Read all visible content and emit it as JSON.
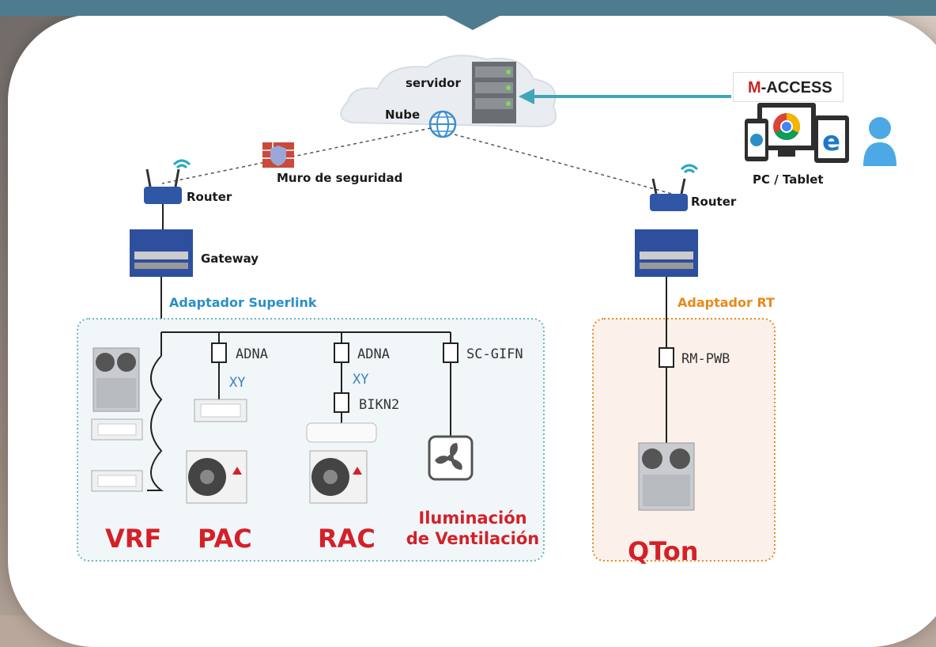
{
  "labels": {
    "servidor": "servidor",
    "nube": "Nube",
    "muro": "Muro de seguridad",
    "router_left": "Router",
    "router_right": "Router",
    "gateway": "Gateway",
    "pc_tablet": "PC / Tablet",
    "adaptador_superlink": "Adaptador Superlink",
    "adaptador_rt": "Adaptador RT",
    "adna_1": "ADNA",
    "xy_1": "XY",
    "adna_2": "ADNA",
    "xy_2": "XY",
    "bikn2": "BIKN2",
    "sc_gifn": "SC-GIFN",
    "rm_pwb": "RM-PWB"
  },
  "maccess": {
    "m": "M",
    "rest": "-ACCESS"
  },
  "categories": {
    "vrf": "VRF",
    "pac": "PAC",
    "rac": "RAC",
    "ilum_1": "Iluminación",
    "ilum_2": "de Ventilación",
    "qton": "QTon"
  },
  "colors": {
    "topbar": "#4f7b8f",
    "blue_label": "#2a8fc9",
    "orange_label": "#e88a1a",
    "category_red": "#d42029",
    "arrow": "#3fa6b8"
  }
}
